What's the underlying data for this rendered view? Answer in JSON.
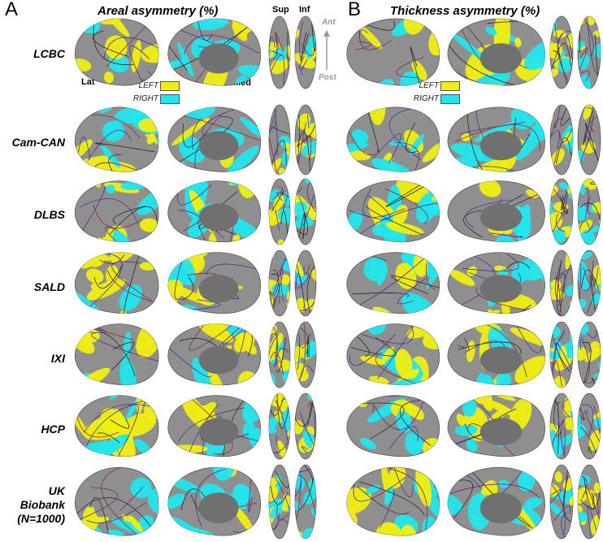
{
  "panels": [
    {
      "letter": "A",
      "title": "Areal asymmetry (%)"
    },
    {
      "letter": "B",
      "title": "Thickness asymmetry (%)"
    }
  ],
  "view_labels": {
    "superior": "Sup",
    "inferior": "Inf",
    "lateral": "Lat",
    "medial": "Med"
  },
  "orientation": {
    "anterior": "Ant",
    "posterior": "Post"
  },
  "legend": [
    {
      "label": "LEFT",
      "color": "#f0ee10"
    },
    {
      "label": "RIGHT",
      "color": "#22e6ee"
    }
  ],
  "colors": {
    "left": "#f0ee10",
    "right": "#22e6ee",
    "cortex": "#8f8f8f",
    "medial_wall": "#707070"
  },
  "rows": [
    {
      "label_lines": [
        "LCBC"
      ]
    },
    {
      "label_lines": [
        "Cam-CAN"
      ]
    },
    {
      "label_lines": [
        "DLBS"
      ]
    },
    {
      "label_lines": [
        "SALD"
      ]
    },
    {
      "label_lines": [
        "IXI"
      ]
    },
    {
      "label_lines": [
        "HCP"
      ]
    },
    {
      "label_lines": [
        "UK",
        "Biobank",
        "(N=1000)"
      ]
    }
  ]
}
